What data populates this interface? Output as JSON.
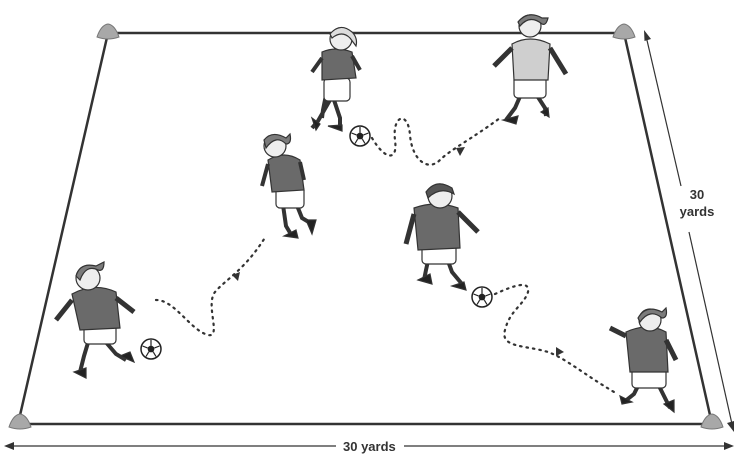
{
  "dimensions": {
    "width_label": "30 yards",
    "side_number": "30",
    "side_unit": "yards"
  },
  "colors": {
    "field_line": "#333333",
    "cone": "#a8a8a8",
    "shirt_dark": "#6a6a6a",
    "shirt_light": "#cfcfcf",
    "skin": "#eeeeee",
    "hair": "#7b7b7b",
    "shorts": "#ffffff",
    "path_dots": "#333333"
  },
  "players": [
    {
      "id": "player-top-center",
      "shirt": "dark",
      "ball": true
    },
    {
      "id": "player-top-right",
      "shirt": "light",
      "ball": false
    },
    {
      "id": "player-mid-left",
      "shirt": "dark",
      "ball": false
    },
    {
      "id": "player-center",
      "shirt": "dark",
      "ball": true
    },
    {
      "id": "player-bottom-left",
      "shirt": "dark",
      "ball": true
    },
    {
      "id": "player-bottom-right",
      "shirt": "dark",
      "ball": false
    }
  ]
}
